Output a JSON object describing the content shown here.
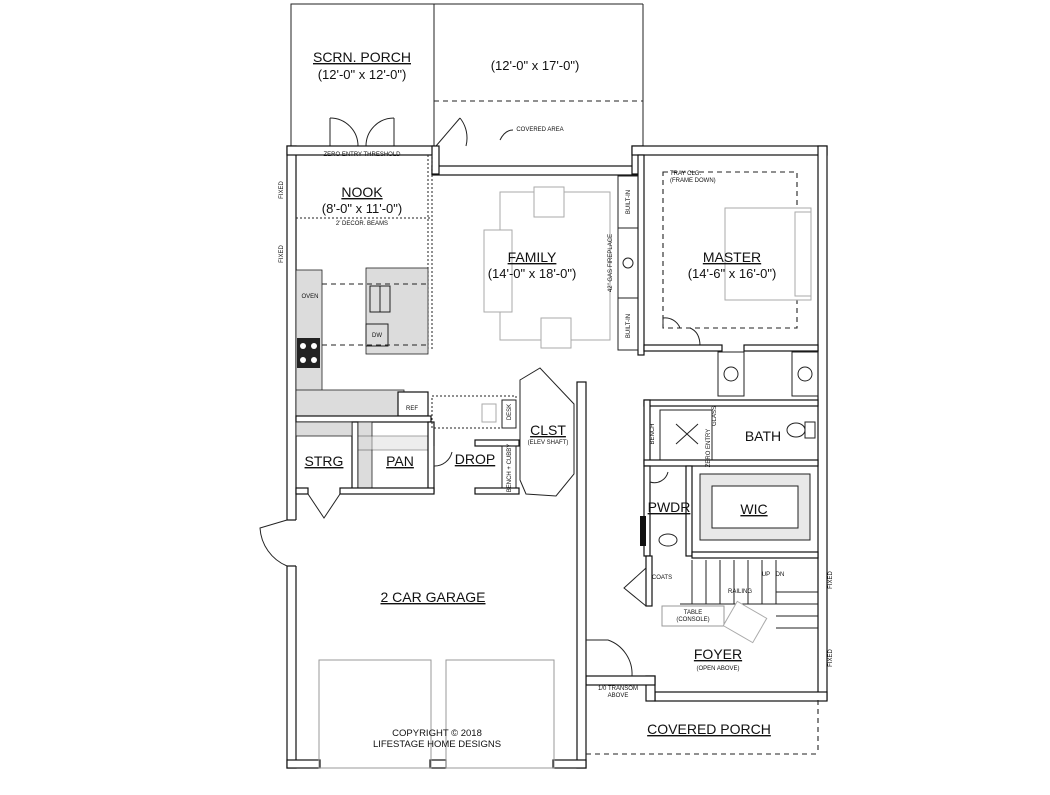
{
  "rooms": {
    "scrn_porch": {
      "name": "SCRN. PORCH",
      "dims": "(12'-0\" x 12'-0\")"
    },
    "deck": {
      "dims": "(12'-0\" x 17'-0\")"
    },
    "nook": {
      "name": "NOOK",
      "dims": "(8'-0\" x 11'-0\")"
    },
    "family": {
      "name": "FAMILY",
      "dims": "(14'-0\" x 18'-0\")"
    },
    "master": {
      "name": "MASTER",
      "dims": "(14'-6\" x 16'-0\")"
    },
    "bath": {
      "name": "BATH"
    },
    "clst": {
      "name": "CLST",
      "note": "(ELEV SHAFT)"
    },
    "strg": {
      "name": "STRG"
    },
    "pan": {
      "name": "PAN"
    },
    "drop": {
      "name": "DROP"
    },
    "pwdr": {
      "name": "PWDR"
    },
    "wic": {
      "name": "WIC"
    },
    "garage": {
      "name": "2 CAR GARAGE"
    },
    "foyer": {
      "name": "FOYER",
      "note": "(OPEN ABOVE)"
    },
    "covered_porch": {
      "name": "COVERED PORCH"
    }
  },
  "notes": {
    "covered_area": "COVERED AREA",
    "zero_entry_threshold": "ZERO ENTRY THRESHOLD",
    "decor_beams": "2' DECOR. BEAMS",
    "tray_clg_1": "TRAY CLG.",
    "tray_clg_2": "(FRAME DOWN)",
    "fireplace": "42\" GAS FIREPLACE",
    "built_in_top": "BUILT-IN",
    "built_in_bottom": "BUILT-IN",
    "oven": "OVEN",
    "dw": "DW",
    "ref": "REF",
    "desk": "DESK",
    "bench_cubby": "BENCH + CUBBY",
    "bench": "BENCH",
    "zero_entry": "ZERO ENTRY",
    "glass": "GLASS",
    "coats": "COATS",
    "table_1": "TABLE",
    "table_2": "(CONSOLE)",
    "transom_1": "1/0 TRANSOM",
    "transom_2": "ABOVE",
    "fixed_1": "FIXED",
    "fixed_2": "FIXED",
    "fixed_3": "FIXED",
    "fixed_4": "FIXED",
    "stair_up": "UP",
    "stair_down": "DN",
    "railing": "RAILING"
  },
  "copyright": {
    "line1": "COPYRIGHT © 2018",
    "line2": "LIFESTAGE HOME DESIGNS"
  }
}
